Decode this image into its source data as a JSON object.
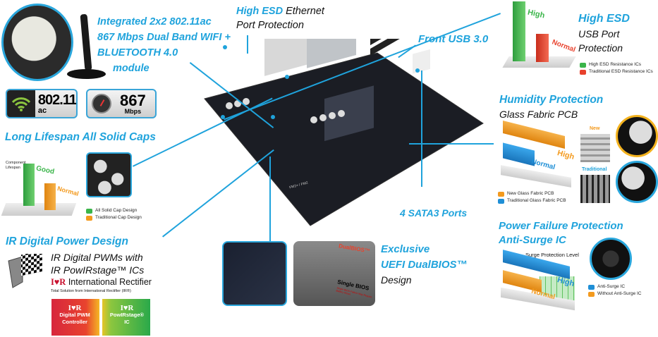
{
  "wifi": {
    "title_lines": [
      "Integrated 2x2 802.11ac",
      "867 Mbps Dual Band WIFI +",
      "BLUETOOTH 4.0",
      "module"
    ],
    "badge_standard": {
      "big": "802.11",
      "small": "ac",
      "icon": "wifi-signal-icon"
    },
    "badge_speed": {
      "big": "867",
      "small": "Mbps",
      "icon": "speedometer-icon"
    }
  },
  "ethernet": {
    "highlight": "High ESD",
    "rest": "Ethernet",
    "line2": "Port Protection"
  },
  "front_usb": {
    "label": "Front USB 3.0"
  },
  "usb_esd": {
    "title": "High ESD",
    "sub_lines": [
      "USB Port",
      "Protection"
    ],
    "bars": [
      {
        "label": "High",
        "color": "#3bb54a"
      },
      {
        "label": "Normal",
        "color": "#e8412c"
      }
    ],
    "legend": [
      {
        "label": "High ESD Resistance ICs",
        "color": "#3bb54a"
      },
      {
        "label": "Traditional ESD Resistance ICs",
        "color": "#e8412c"
      }
    ]
  },
  "humidity": {
    "title": "Humidity Protection",
    "sub": "Glass Fabric PCB",
    "bars": [
      {
        "label": "High",
        "color": "#f39a1e"
      },
      {
        "label": "Normal",
        "color": "#1f8fd6"
      }
    ],
    "weave_labels": {
      "new": "New",
      "traditional": "Traditional"
    },
    "legend": [
      {
        "label": "New Glass Fabric PCB",
        "color": "#f39a1e"
      },
      {
        "label": "Traditional Glass Fabric PCB",
        "color": "#1f8fd6"
      }
    ]
  },
  "caps": {
    "title": "Long Lifespan All Solid Caps",
    "axis_label": "Component Lifespan",
    "bars": [
      {
        "label": "Good",
        "color": "#3bb54a"
      },
      {
        "label": "Normal",
        "color": "#f39a1e"
      }
    ],
    "legend": [
      {
        "label": "All Solid Cap Design",
        "color": "#3bb54a"
      },
      {
        "label": "Traditional Cap Design",
        "color": "#f39a1e"
      }
    ]
  },
  "sata": {
    "label": "4 SATA3 Ports"
  },
  "ir": {
    "title": "IR Digital Power Design",
    "sub_lines": [
      "IR Digital PWMs with",
      "IR PowIRstage™ ICs"
    ],
    "brand_logo": "I♥R",
    "brand_name": "International Rectifier",
    "tagline": "Total Solution from International Rectifier (IR®)",
    "boxes": [
      {
        "logo": "I♥R",
        "lines": [
          "Digital PWM",
          "Controller"
        ]
      },
      {
        "logo": "I♥R",
        "lines": [
          "PowIRstage®",
          "IC"
        ]
      }
    ]
  },
  "dualbios": {
    "title_lines": [
      "Exclusive",
      "UEFI DualBIOS™"
    ],
    "sub": "Design",
    "diagram": {
      "dual_label": "DualBIOS™",
      "single_label": "Single BIOS",
      "single_note": "Single BIOS Failure May Require Battery Reset"
    }
  },
  "surge": {
    "title_lines": [
      "Power Failure Protection",
      "Anti-Surge IC"
    ],
    "chart_title": "Surge Protection Level",
    "bars": [
      {
        "label": "High",
        "color": "#1f8fd6"
      },
      {
        "label": "Normal",
        "color": "#f39a1e"
      }
    ],
    "legend": [
      {
        "label": "Anti-Surge IC",
        "color": "#1f8fd6"
      },
      {
        "label": "Without Anti-Surge IC",
        "color": "#f39a1e"
      }
    ]
  },
  "board": {
    "socket_label": "FM2+ / FM2"
  },
  "accent_color": "#1fa3dc"
}
